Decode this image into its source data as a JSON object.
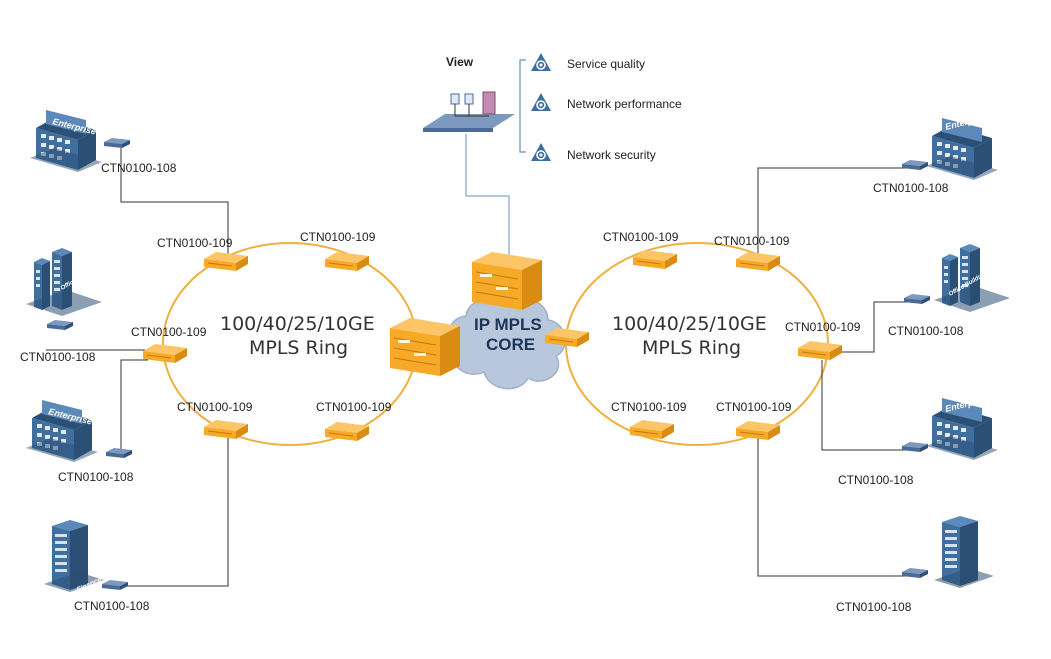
{
  "colors": {
    "ring": "#f0b040",
    "device": "#f7a928",
    "device_dark": "#d98b12",
    "building": "#3f6f9f",
    "building_dark": "#2b4f75",
    "line": "#333333",
    "view_line": "#6b8fc2",
    "cloud": "#b9c7dc"
  },
  "view": {
    "title": "View",
    "items": [
      {
        "label": "Service quality",
        "icon": "gear-triangle-icon"
      },
      {
        "label": "Network performance",
        "icon": "gear-triangle-icon"
      },
      {
        "label": "Network security",
        "icon": "gear-triangle-icon"
      }
    ]
  },
  "core": {
    "line1": "IP MPLS",
    "line2": "CORE"
  },
  "rings": {
    "left": {
      "line1": "100/40/25/10GE",
      "line2": "MPLS Ring"
    },
    "right": {
      "line1": "100/40/25/10GE",
      "line2": "MPLS Ring"
    }
  },
  "nodes": {
    "left_ring": [
      "CTN0100-109",
      "CTN0100-109",
      "CTN0100-109",
      "CTN0100-109",
      "CTN0100-109"
    ],
    "right_ring": [
      "CTN0100-109",
      "CTN0100-109",
      "CTN0100-109",
      "CTN0100-109",
      "CTN0100-109"
    ],
    "left_access": [
      "CTN0100-108",
      "CTN0100-108",
      "CTN0100-108",
      "CTN0100-108"
    ],
    "right_access": [
      "CTN0100-108",
      "CTN0100-108",
      "CTN0100-108",
      "CTN0100-108"
    ]
  },
  "buildings": {
    "enterprise": "Enterprise",
    "office": "Office Building",
    "finance": "Finance"
  }
}
